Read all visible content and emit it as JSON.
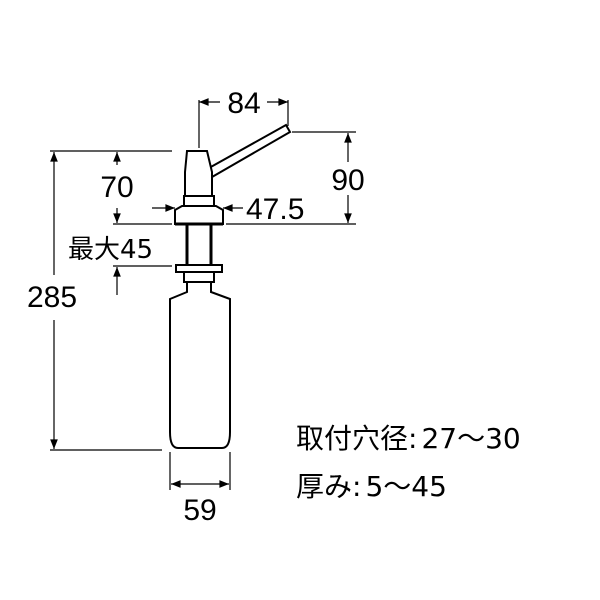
{
  "drawing": {
    "title": "Soap dispenser dimension drawing",
    "stroke_color": "#000000",
    "background": "#ffffff",
    "dimensions": {
      "spout_reach": "84",
      "spout_height": "90",
      "head_height": "70",
      "max_counter_thickness": "最大45",
      "flange_diameter": "47.5",
      "total_height": "285",
      "bottle_width": "59"
    },
    "specs": [
      {
        "label": "取付穴径",
        "separator": ":",
        "value": "27〜30"
      },
      {
        "label": "厚み",
        "separator": ":",
        "value": "5〜45"
      }
    ]
  }
}
